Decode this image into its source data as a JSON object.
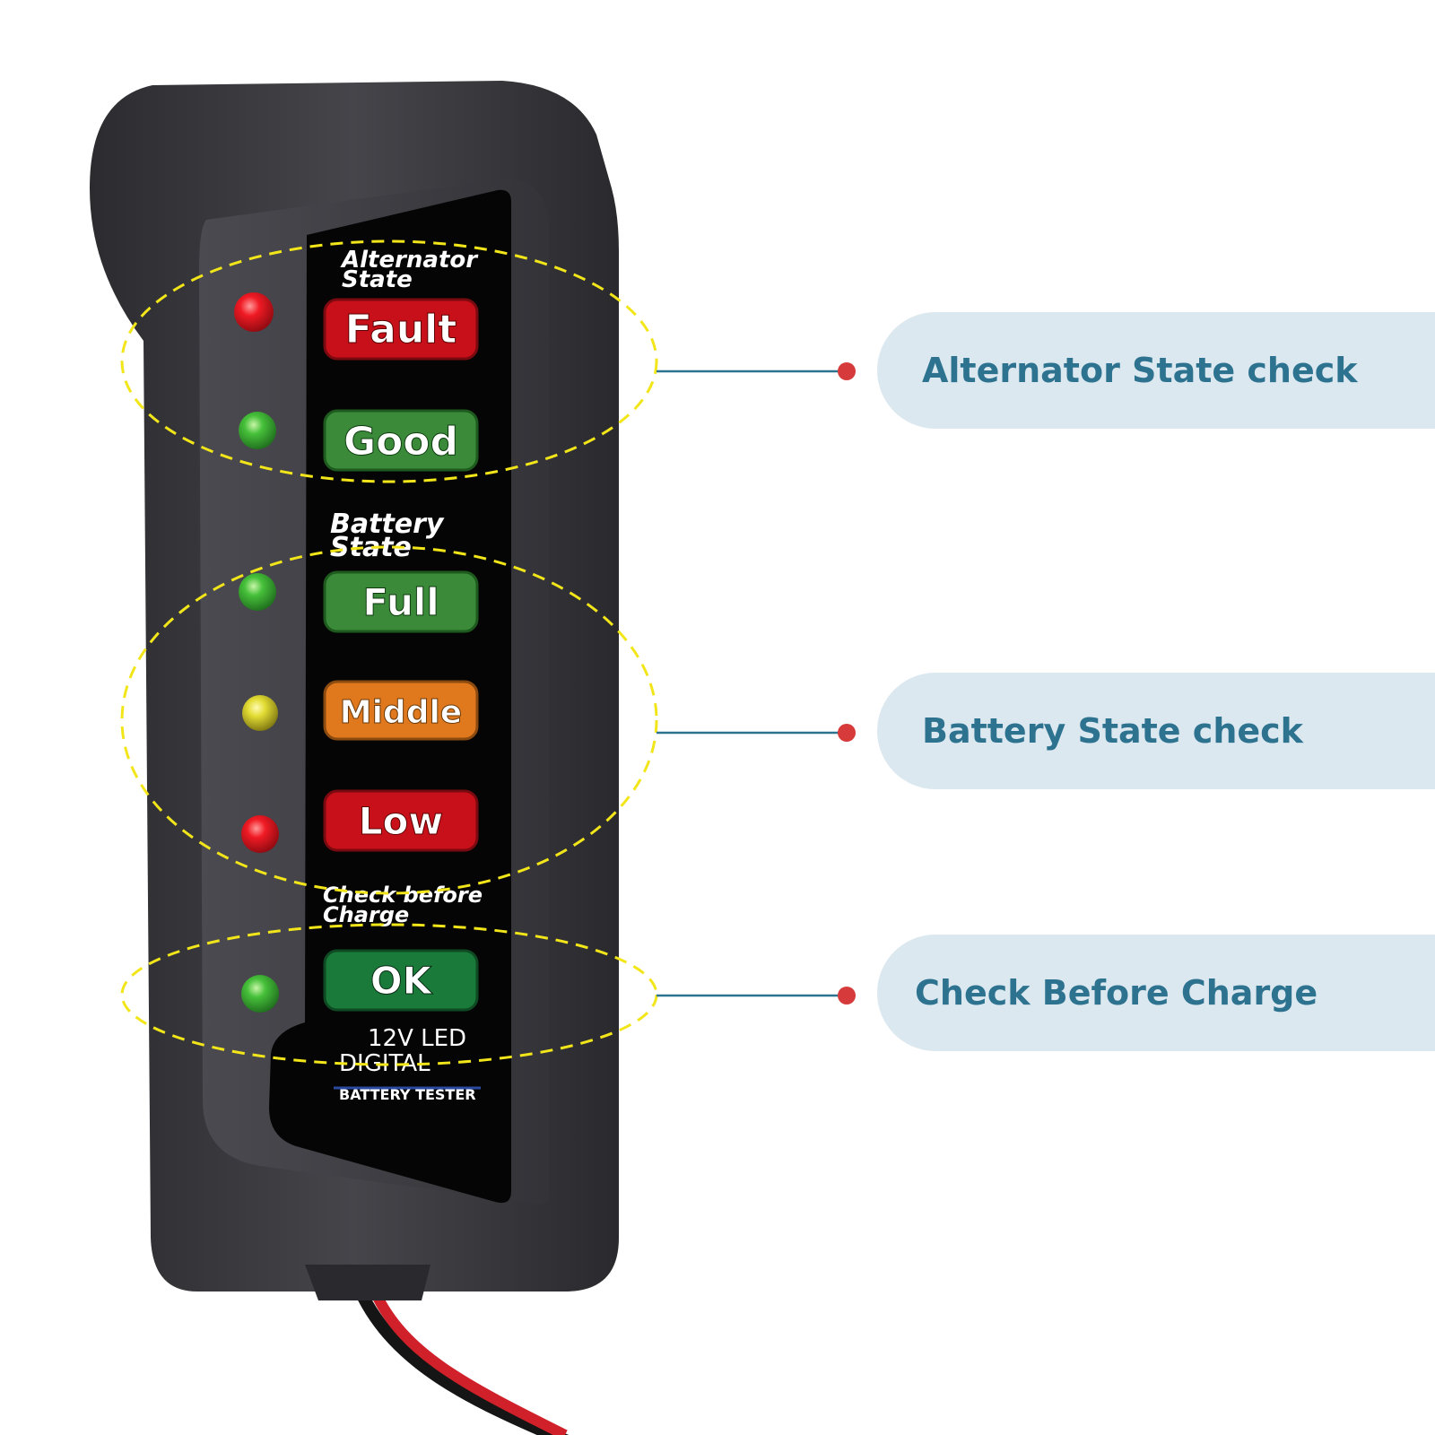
{
  "device": {
    "sections": {
      "alternator_title_line1": "Alternator",
      "alternator_title_line2": "State",
      "battery_title_line1": "Battery",
      "battery_title_line2": "State",
      "check_title_line1": "Check before",
      "check_title_line2": "Charge"
    },
    "indicators": [
      {
        "label": "Fault",
        "led_color": "#e0141e",
        "badge_color": "#c8101a"
      },
      {
        "label": "Good",
        "led_color": "#3fb83a",
        "badge_color": "#3a8a3a"
      },
      {
        "label": "Full",
        "led_color": "#3fb83a",
        "badge_color": "#3a8a3a"
      },
      {
        "label": "Middle",
        "led_color": "#d8d43a",
        "badge_color": "#e0781e"
      },
      {
        "label": "Low",
        "led_color": "#e0141e",
        "badge_color": "#c8101a"
      },
      {
        "label": "OK",
        "led_color": "#3fb83a",
        "badge_color": "#1a7a3a"
      }
    ],
    "brand_line1": "12V LED",
    "brand_line2": "DIGITAL",
    "brand_line3": "BATTERY TESTER"
  },
  "callouts": [
    {
      "label": "Alternator State check"
    },
    {
      "label": "Battery State check"
    },
    {
      "label": "Check Before Charge"
    }
  ],
  "colors": {
    "callout_background": "#dce8f0",
    "callout_text": "#2d7390",
    "connector_line": "#2d7390",
    "connector_dot": "#d63a3a",
    "highlight_ellipse": "#f2e61a",
    "device_body": "#3a3a3e",
    "panel": "#050505"
  }
}
